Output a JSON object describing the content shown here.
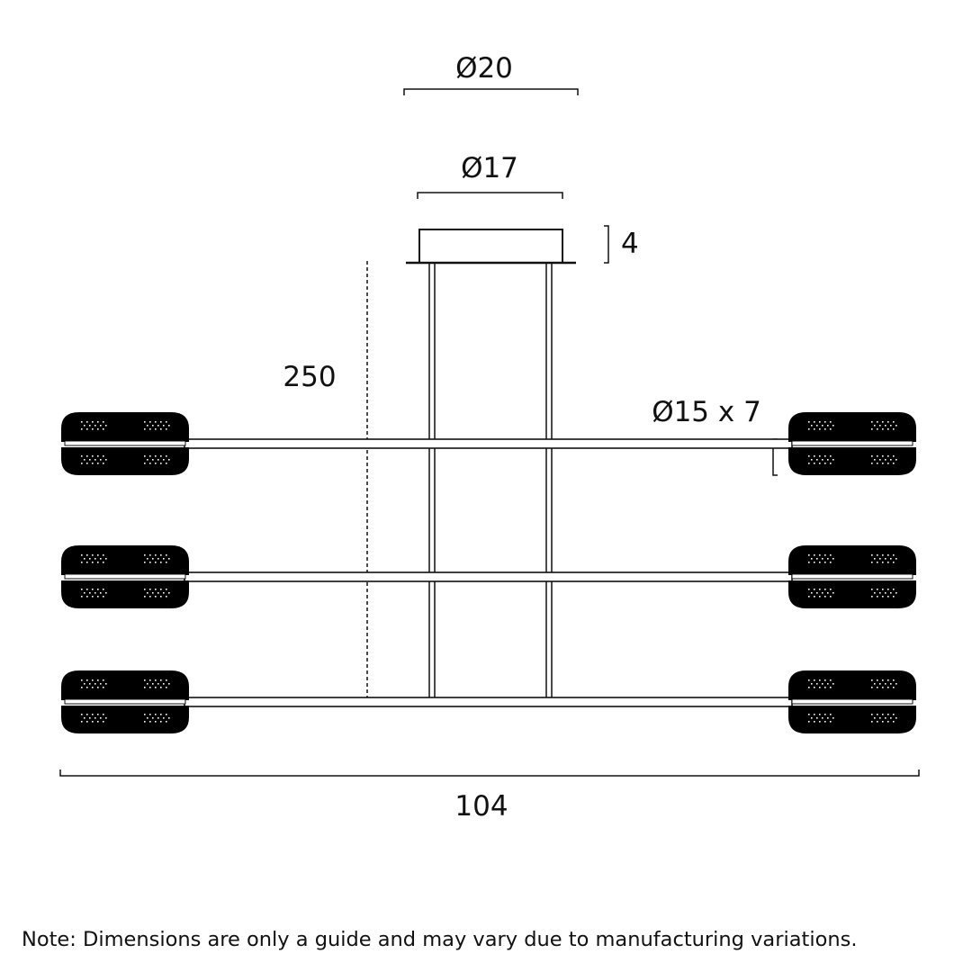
{
  "dimensions": {
    "canopy_outer": "Ø20",
    "canopy_inner": "Ø17",
    "canopy_height": "4",
    "drop_height": "250",
    "shade_size": "Ø15 x 7",
    "total_width": "104"
  },
  "note": "Note: Dimensions are only a guide and may vary due to manufacturing variations.",
  "colors": {
    "line": "#111111",
    "shade": "#000000"
  },
  "arms": 3,
  "shades_per_arm": 2
}
